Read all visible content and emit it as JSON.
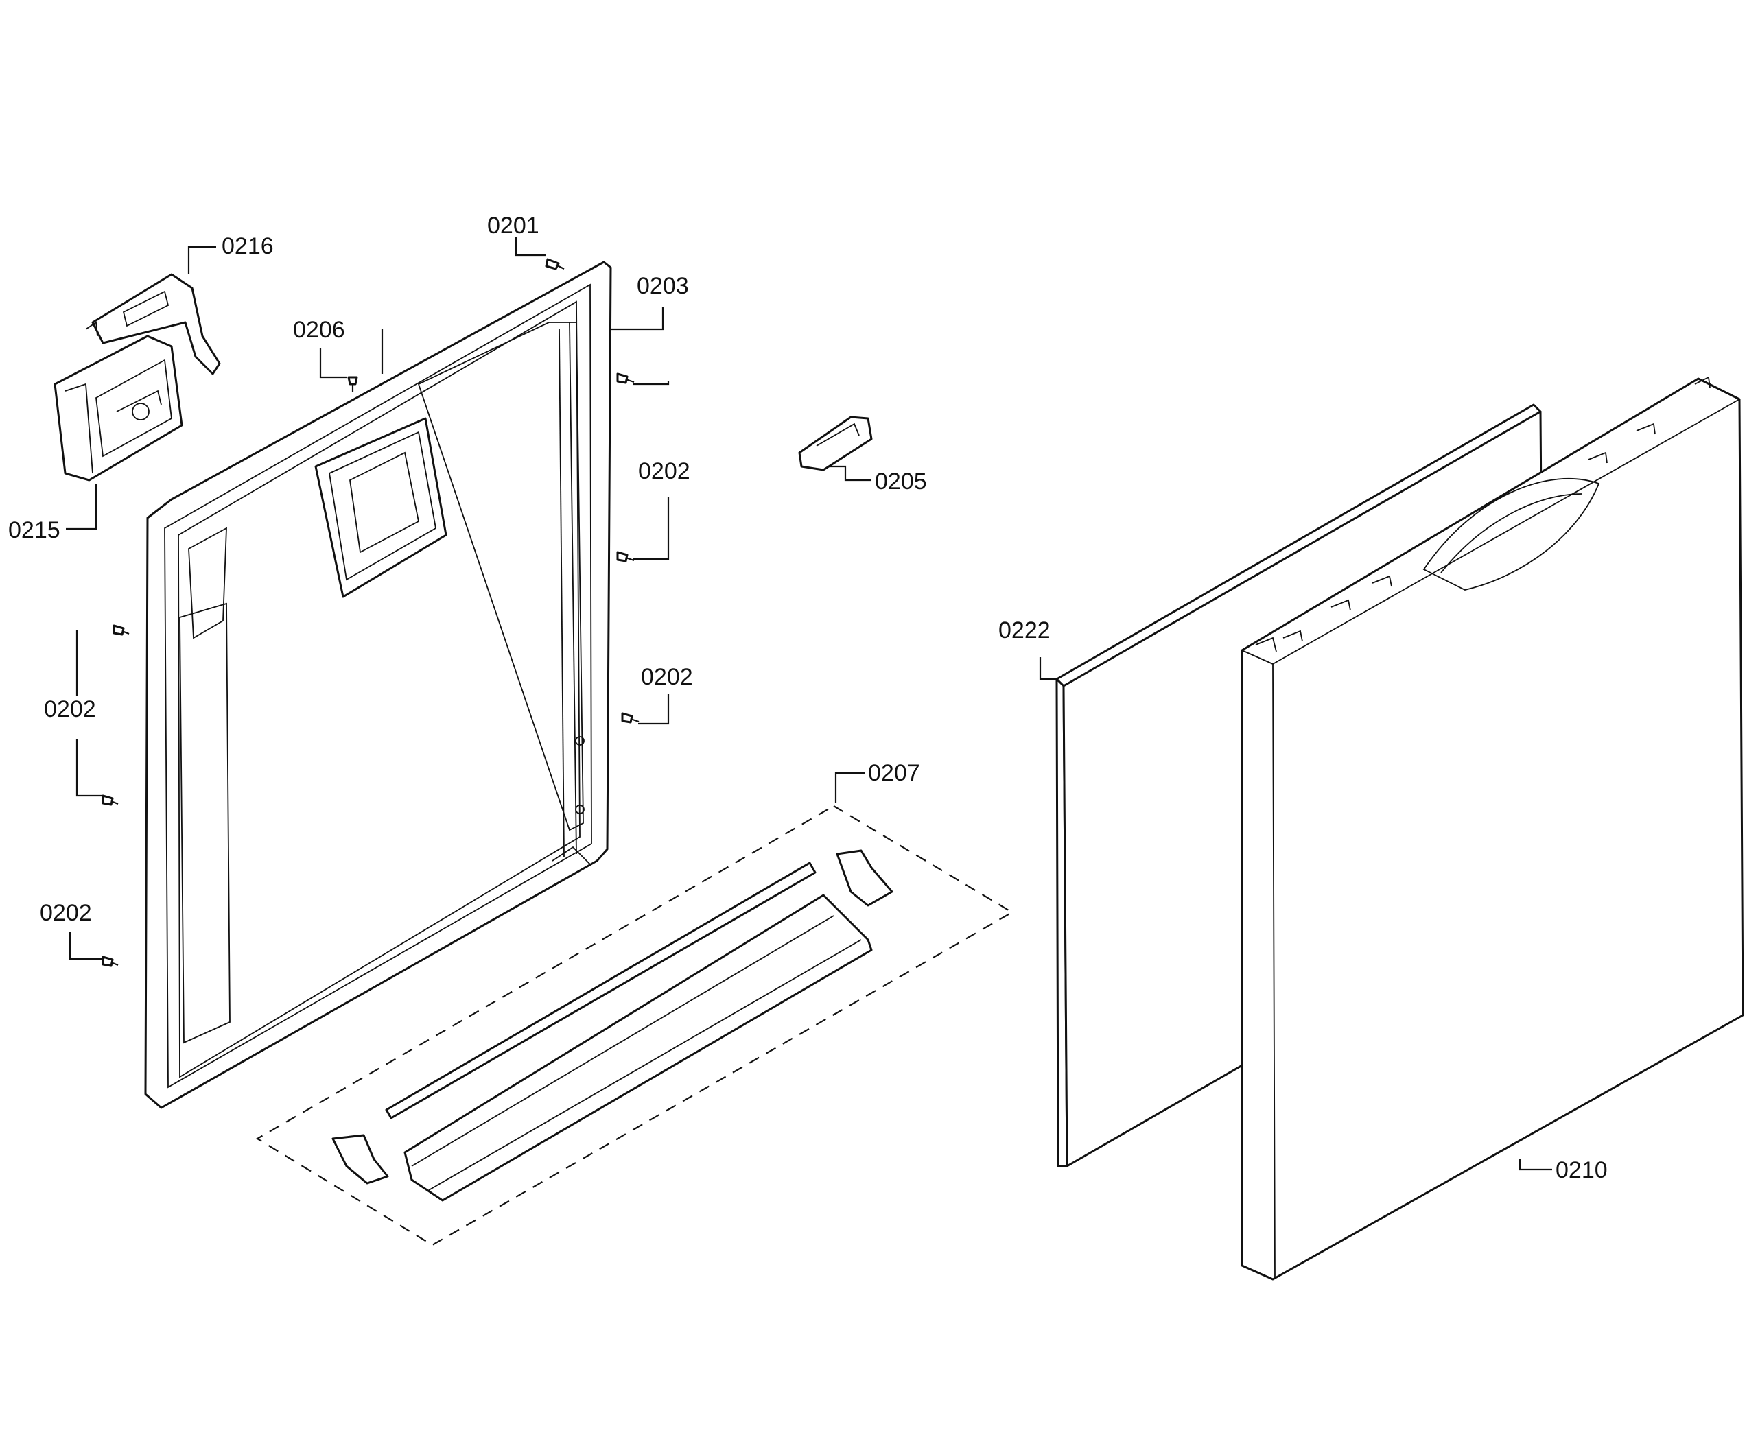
{
  "callouts": {
    "c0201": "0201",
    "c0202a": "0202",
    "c0202b": "0202",
    "c0202c": "0202",
    "c0202d": "0202",
    "c0203": "0203",
    "c0205": "0205",
    "c0206": "0206",
    "c0207": "0207",
    "c0210": "0210",
    "c0215": "0215",
    "c0216": "0216",
    "c0222": "0222"
  }
}
